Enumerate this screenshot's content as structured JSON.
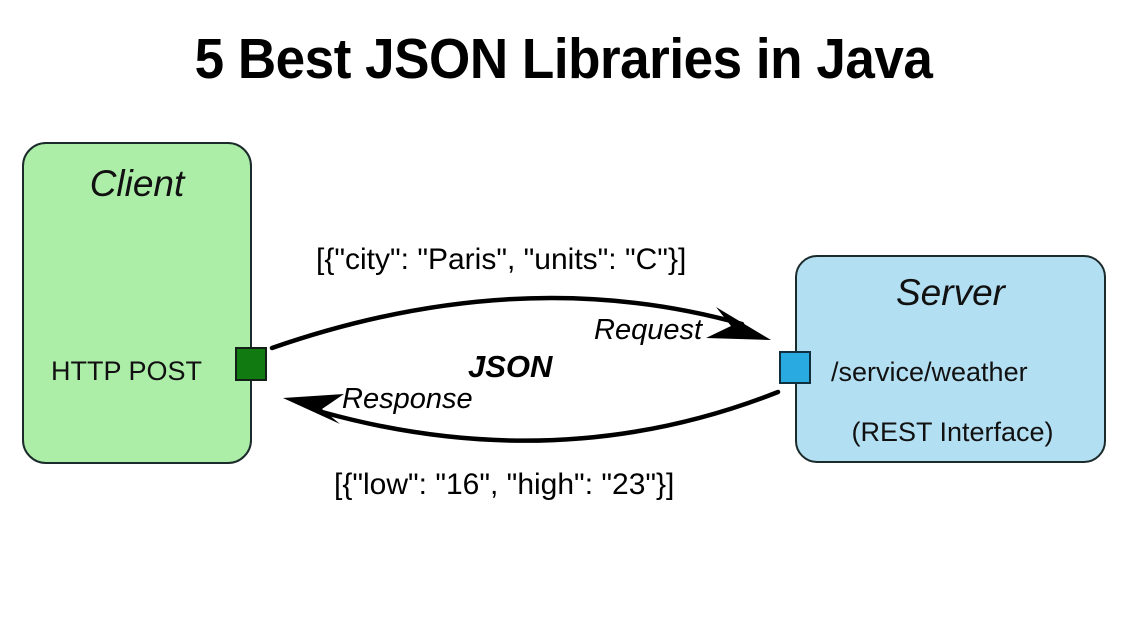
{
  "title": "5 Best JSON Libraries in Java",
  "background_color": "#ffffff",
  "diagram": {
    "type": "client-server-rest-sequence",
    "nodes": [
      {
        "id": "client",
        "title": "Client",
        "subtitle": "HTTP POST",
        "fill_color": "#ACEDA7",
        "border_color": "#1b2b2b",
        "port_color": "#117A11"
      },
      {
        "id": "server",
        "title": "Server",
        "path": "/service/weather",
        "note": "(REST Interface)",
        "fill_color": "#B3DFF2",
        "border_color": "#1b2b2b",
        "port_color": "#29ABE2"
      }
    ],
    "edges": [
      {
        "id": "request",
        "label": "Request",
        "payload": "[{\"city\": \"Paris\", \"units\": \"C\"}]",
        "direction": "client-to-server",
        "color": "#000000"
      },
      {
        "id": "response",
        "label": "Response",
        "payload": "[{\"low\": \"16\", \"high\": \"23\"}]",
        "direction": "server-to-client",
        "color": "#000000"
      }
    ],
    "center_label": "JSON"
  }
}
